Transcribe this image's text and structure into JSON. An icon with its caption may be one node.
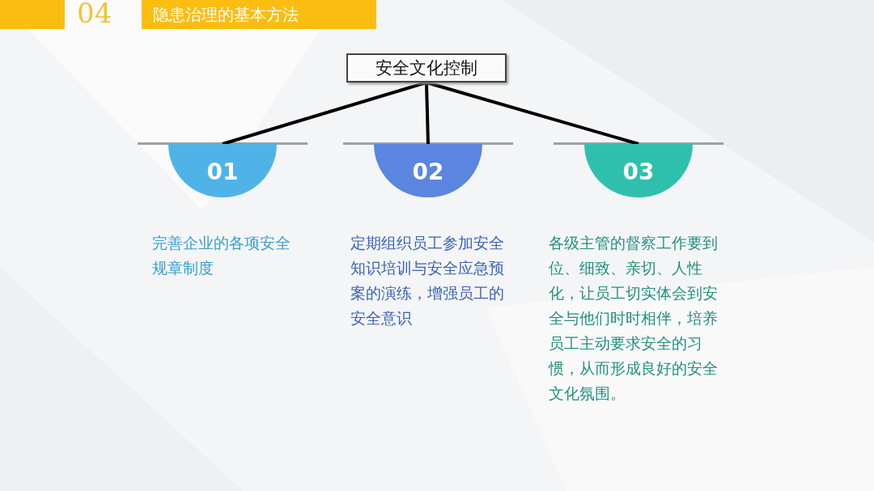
{
  "diagram": {
    "title": "隐患治理的基本方法",
    "nodes": [
      {
        "text": [
          "安全文化控制"
        ]
      },
      {
        "text": [
          "01"
        ],
        "beside": [
          "完善企业的各项安全规章制度"
        ]
      },
      {
        "text": [
          "02"
        ],
        "beside": [
          "定期组织员工参加安全知识培训与安全应急预案的演练，增强员工的安全意识"
        ]
      },
      {
        "text": [
          "03"
        ],
        "beside": [
          "各级主管的督察工作要到位、细致、亲切、人性化，让员工切实体会到安全与他们时时相伴，培养员工主动要求安全的习惯，从而形成良好的安全文化氛围。"
        ]
      }
    ],
    "edges": [
      {
        "from": 0,
        "to": 1,
        "arrow": "none"
      },
      {
        "from": 0,
        "to": 2,
        "arrow": "none"
      },
      {
        "from": 0,
        "to": 3,
        "arrow": "none"
      }
    ],
    "labels": [
      "04"
    ]
  }
}
